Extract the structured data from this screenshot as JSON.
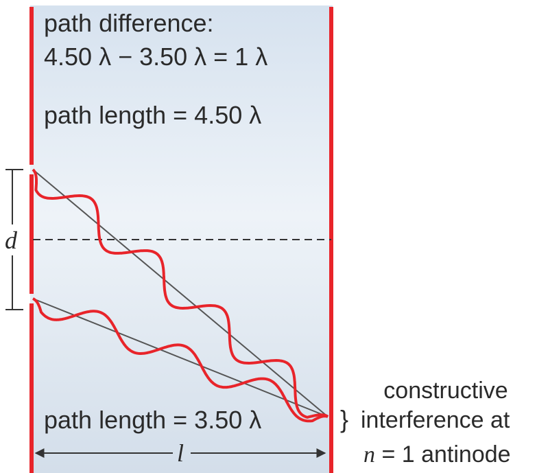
{
  "text": {
    "path_difference_label": "path difference:",
    "path_difference_eq": "4.50 λ − 3.50 λ = 1 λ",
    "path_length_top": "path length = 4.50 λ",
    "path_length_bottom": "path length = 3.50 λ",
    "slit_separation_symbol": "d",
    "screen_distance_symbol": "l",
    "brace": "}",
    "constructive_line1": "constructive",
    "constructive_line2": "interference at",
    "antinode_n": "n",
    "antinode_rest": "= 1 antinode"
  },
  "colors": {
    "barrier": "#e8242a",
    "wave": "#e8242a",
    "background": "#dfe8f2",
    "line": "#555555"
  }
}
